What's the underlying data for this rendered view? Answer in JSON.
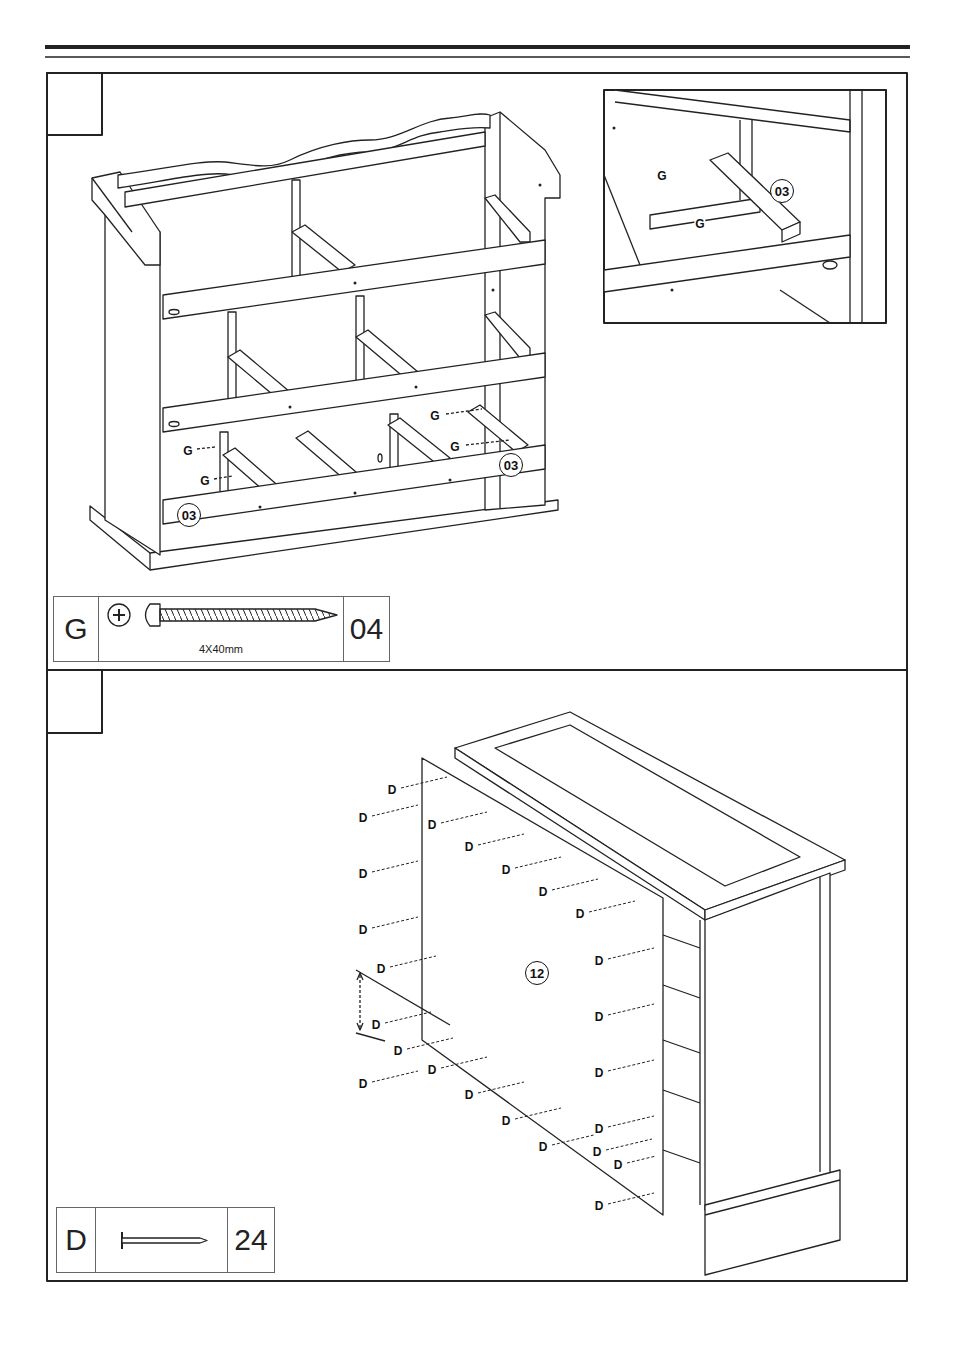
{
  "diagram": {
    "nodes": [
      {
        "text": [
          "03"
        ]
      },
      {
        "text": [
          "03"
        ]
      },
      {
        "text": [
          "03"
        ]
      },
      {
        "text": [
          "G",
          "4X40mm",
          "04"
        ]
      },
      {
        "text": [
          "12"
        ]
      },
      {
        "text": [
          "D",
          "24"
        ]
      }
    ],
    "labels": [
      "G",
      "G",
      "G",
      "G",
      "G",
      "G",
      "D",
      "D",
      "D",
      "D",
      "D",
      "D",
      "D",
      "D",
      "D",
      "D",
      "D",
      "D",
      "D",
      "D",
      "D",
      "D",
      "D",
      "D",
      "D",
      "D",
      "D",
      "D",
      "D",
      "D"
    ]
  }
}
